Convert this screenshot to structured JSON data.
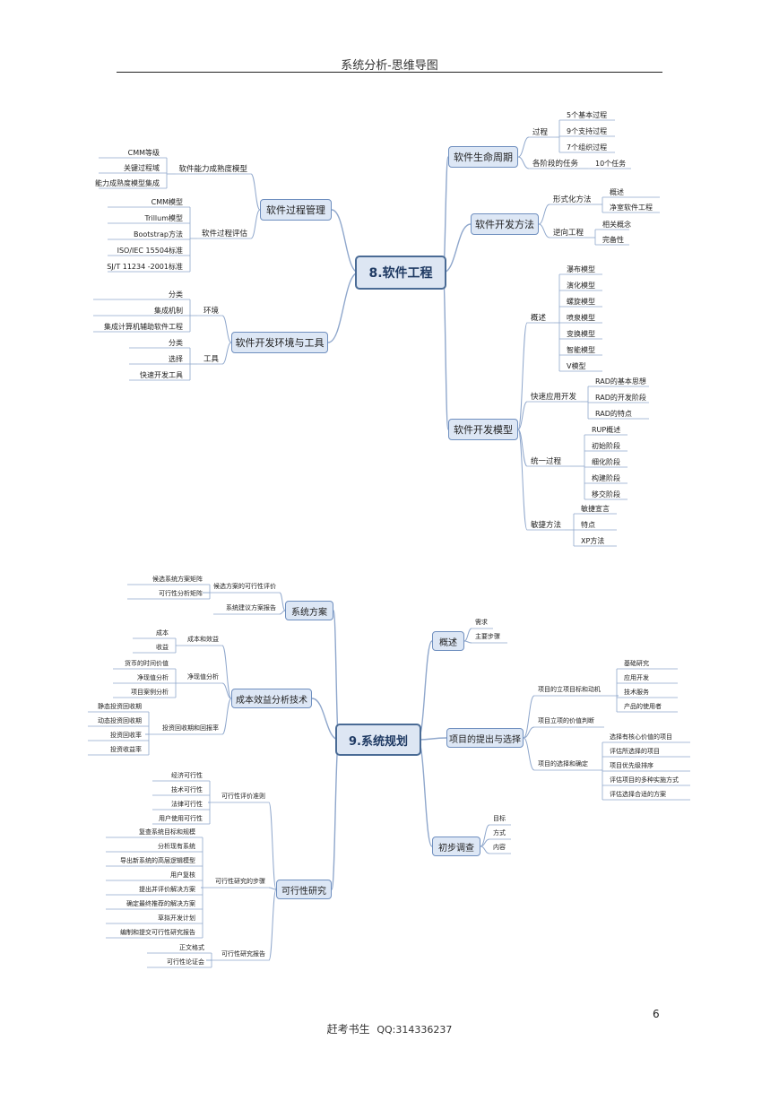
{
  "header": {
    "title": "系统分析-思维导图"
  },
  "footer": {
    "text": "赶考书生",
    "qq": "QQ:314336237"
  },
  "page_number": "6",
  "map1": {
    "root": "8.软件工程",
    "right": [
      {
        "label": "软件生命周期",
        "children": [
          {
            "label": "过程",
            "children": [
              "5个基本过程",
              "9个支持过程",
              "7个组织过程"
            ]
          },
          {
            "label": "各阶段的任务",
            "children": [
              "10个任务"
            ]
          }
        ]
      },
      {
        "label": "软件开发方法",
        "children": [
          {
            "label": "形式化方法",
            "children": [
              "概述",
              "净室软件工程"
            ]
          },
          {
            "label": "逆向工程",
            "children": [
              "相关概念",
              "完备性"
            ]
          }
        ]
      },
      {
        "label": "软件开发模型",
        "children": [
          {
            "label": "概述",
            "children": [
              "瀑布模型",
              "演化模型",
              "螺旋模型",
              "喷泉模型",
              "变换模型",
              "智能模型",
              "V模型"
            ]
          },
          {
            "label": "快速应用开发",
            "children": [
              "RAD的基本思想",
              "RAD的开发阶段",
              "RAD的特点"
            ]
          },
          {
            "label": "统一过程",
            "children": [
              "RUP概述",
              "初始阶段",
              "细化阶段",
              "构建阶段",
              "移交阶段"
            ]
          },
          {
            "label": "敏捷方法",
            "children": [
              "敏捷宣言",
              "特点",
              "XP方法"
            ]
          }
        ]
      }
    ],
    "left": [
      {
        "label": "软件过程管理",
        "children": [
          {
            "label": "软件能力成熟度模型",
            "children": [
              "CMM等级",
              "关键过程域",
              "能力成熟度模型集成"
            ]
          },
          {
            "label": "软件过程评估",
            "children": [
              "CMM模型",
              "Trillum模型",
              "Bootstrap方法",
              "ISO/IEC 15504标准",
              "SJ/T 11234 -2001标准"
            ]
          }
        ]
      },
      {
        "label": "软件开发环境与工具",
        "children": [
          {
            "label": "环境",
            "children": [
              "分类",
              "集成机制",
              "集成计算机辅助软件工程"
            ]
          },
          {
            "label": "工具",
            "children": [
              "分类",
              "选择",
              "快速开发工具"
            ]
          }
        ]
      }
    ]
  },
  "map2": {
    "root": "9.系统规划",
    "right": [
      {
        "label": "概述",
        "children": [
          {
            "label": "需求",
            "children": []
          },
          {
            "label": "主要步骤",
            "children": []
          }
        ]
      },
      {
        "label": "项目的提出与选择",
        "children": [
          {
            "label": "项目的立项目标和动机",
            "children": [
              "基础研究",
              "应用开发",
              "技术服务",
              "产品的使用者"
            ]
          },
          {
            "label": "项目立项的价值判断",
            "children": []
          },
          {
            "label": "项目的选择和确定",
            "children": [
              "选择有核心价值的项目",
              "评估所选择的项目",
              "项目优先级排序",
              "评估项目的多种实施方式",
              "评估选择合适的方案"
            ]
          }
        ]
      },
      {
        "label": "初步调查",
        "children": [
          {
            "label": "目标",
            "children": []
          },
          {
            "label": "方式",
            "children": []
          },
          {
            "label": "内容",
            "children": []
          }
        ]
      }
    ],
    "left": [
      {
        "label": "系统方案",
        "children": [
          {
            "label": "候选方案的可行性评价",
            "children": [
              "候选系统方案矩阵",
              "可行性分析矩阵"
            ]
          },
          {
            "label": "系统建议方案报告",
            "children": []
          }
        ]
      },
      {
        "label": "成本效益分析技术",
        "children": [
          {
            "label": "成本和效益",
            "children": [
              "成本",
              "收益"
            ]
          },
          {
            "label": "净现值分析",
            "children": [
              "货币的时间价值",
              "净现值分析",
              "项目案例分析"
            ]
          },
          {
            "label": "投资回收期和回报率",
            "children": [
              "静态投资回收期",
              "动态投资回收期",
              "投资回收率",
              "投资收益率"
            ]
          }
        ]
      },
      {
        "label": "可行性研究",
        "children": [
          {
            "label": "可行性评价准则",
            "children": [
              "经济可行性",
              "技术可行性",
              "法律可行性",
              "用户使用可行性"
            ]
          },
          {
            "label": "可行性研究的步骤",
            "children": [
              "复查系统目标和规模",
              "分析现有系统",
              "导出新系统的高层逻辑模型",
              "用户复核",
              "提出并评价解决方案",
              "确定最终推荐的解决方案",
              "草拟开发计划",
              "编制和提交可行性研究报告"
            ]
          },
          {
            "label": "可行性研究报告",
            "children": [
              "正文格式",
              "可行性论证会"
            ]
          }
        ]
      }
    ]
  }
}
